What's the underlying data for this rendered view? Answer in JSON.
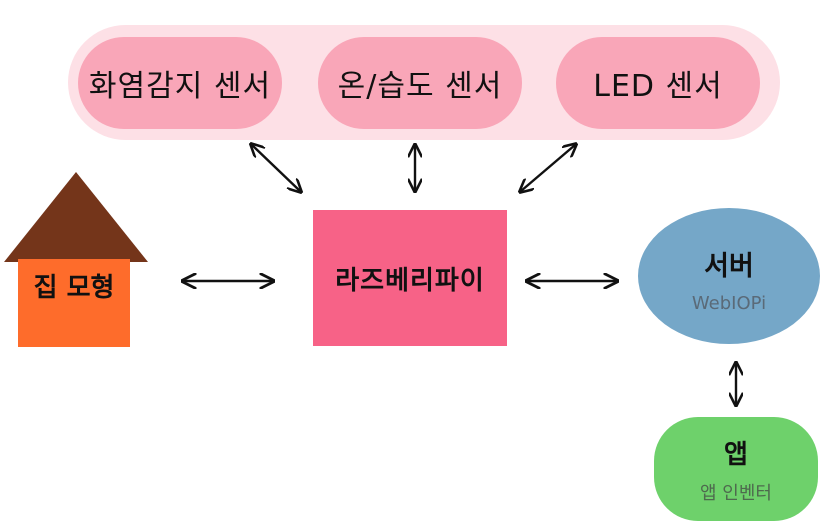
{
  "sensors": {
    "flame": "화염감지 센서",
    "temp_humidity": "온/습도 센서",
    "led": "LED 센서"
  },
  "house": {
    "label": "집 모형"
  },
  "rpi": {
    "label": "라즈베리파이"
  },
  "server": {
    "title": "서버",
    "subtitle": "WebIOPi"
  },
  "app": {
    "title": "앱",
    "subtitle": "앱 인벤터"
  },
  "colors": {
    "sensor_group_bg": "#fde0e6",
    "sensor_bg": "#f9a6b8",
    "house_roof": "#74351a",
    "house_body": "#fe6c2b",
    "rpi_bg": "#f76287",
    "server_bg": "#75a7c8",
    "app_bg": "#6ed16b",
    "arrow": "#111111"
  }
}
